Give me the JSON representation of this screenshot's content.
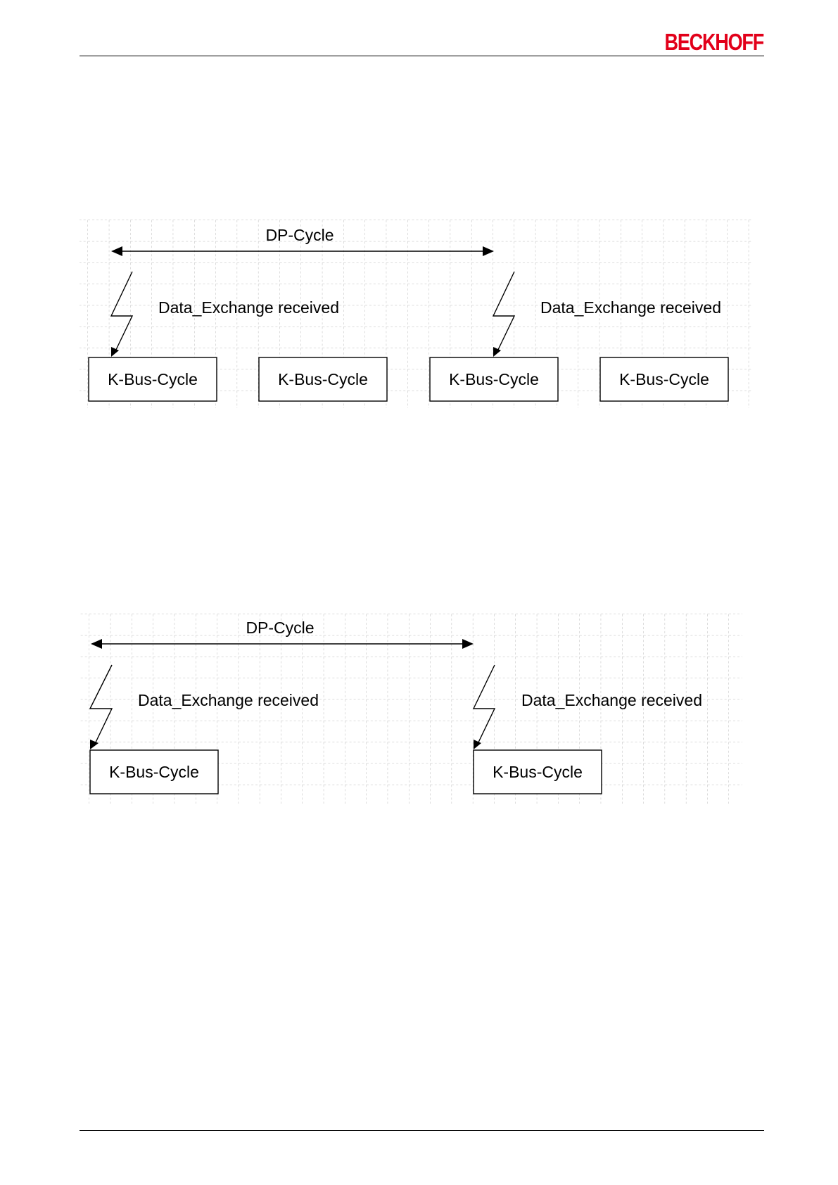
{
  "header": {
    "logo_text": "BECKHOFF"
  },
  "colors": {
    "brand": "#e2001a",
    "grid": "#b8b8b8",
    "ink": "#000000"
  },
  "diagrams": [
    {
      "dp_cycle_label": "DP-Cycle",
      "events": [
        {
          "label": "Data_Exchange received"
        },
        {
          "label": "Data_Exchange received"
        }
      ],
      "boxes": [
        {
          "label": "K-Bus-Cycle"
        },
        {
          "label": "K-Bus-Cycle"
        },
        {
          "label": "K-Bus-Cycle"
        },
        {
          "label": "K-Bus-Cycle"
        }
      ]
    },
    {
      "dp_cycle_label": "DP-Cycle",
      "events": [
        {
          "label": "Data_Exchange received"
        },
        {
          "label": "Data_Exchange received"
        }
      ],
      "boxes": [
        {
          "label": "K-Bus-Cycle"
        },
        {
          "label": "K-Bus-Cycle"
        }
      ]
    }
  ]
}
